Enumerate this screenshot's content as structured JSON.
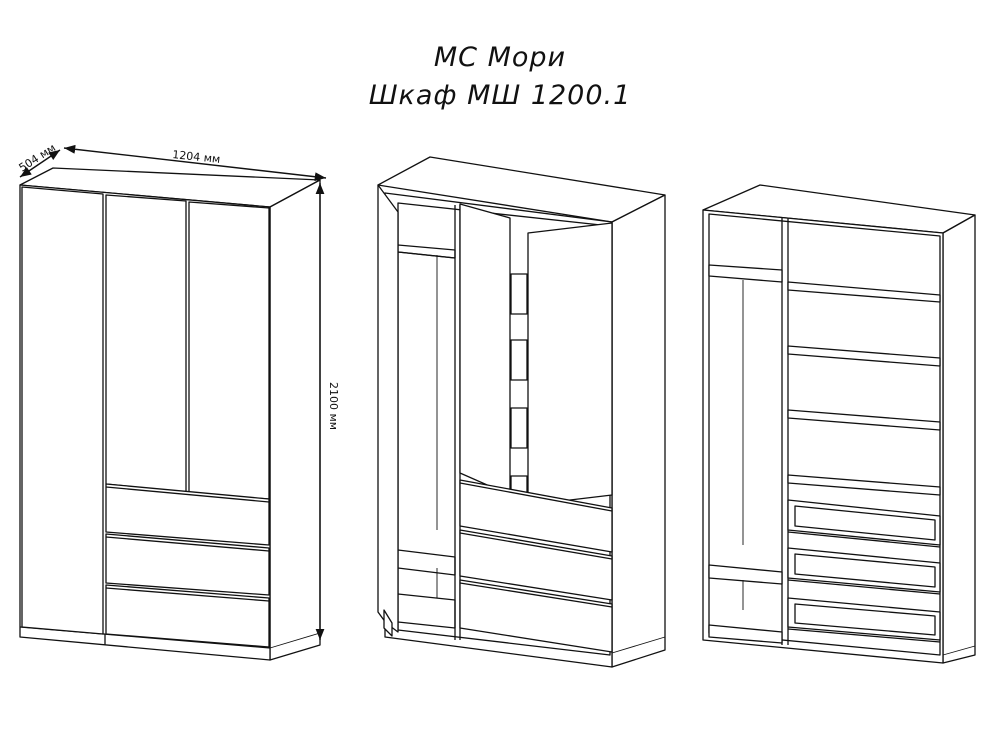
{
  "title": {
    "line1": "МС Мори",
    "line2": "Шкаф МШ 1200.1"
  },
  "dimensions": {
    "depth": "504 мм",
    "width": "1204 мм",
    "height": "2100 мм"
  },
  "colors": {
    "line": "#111111",
    "background": "#ffffff"
  }
}
